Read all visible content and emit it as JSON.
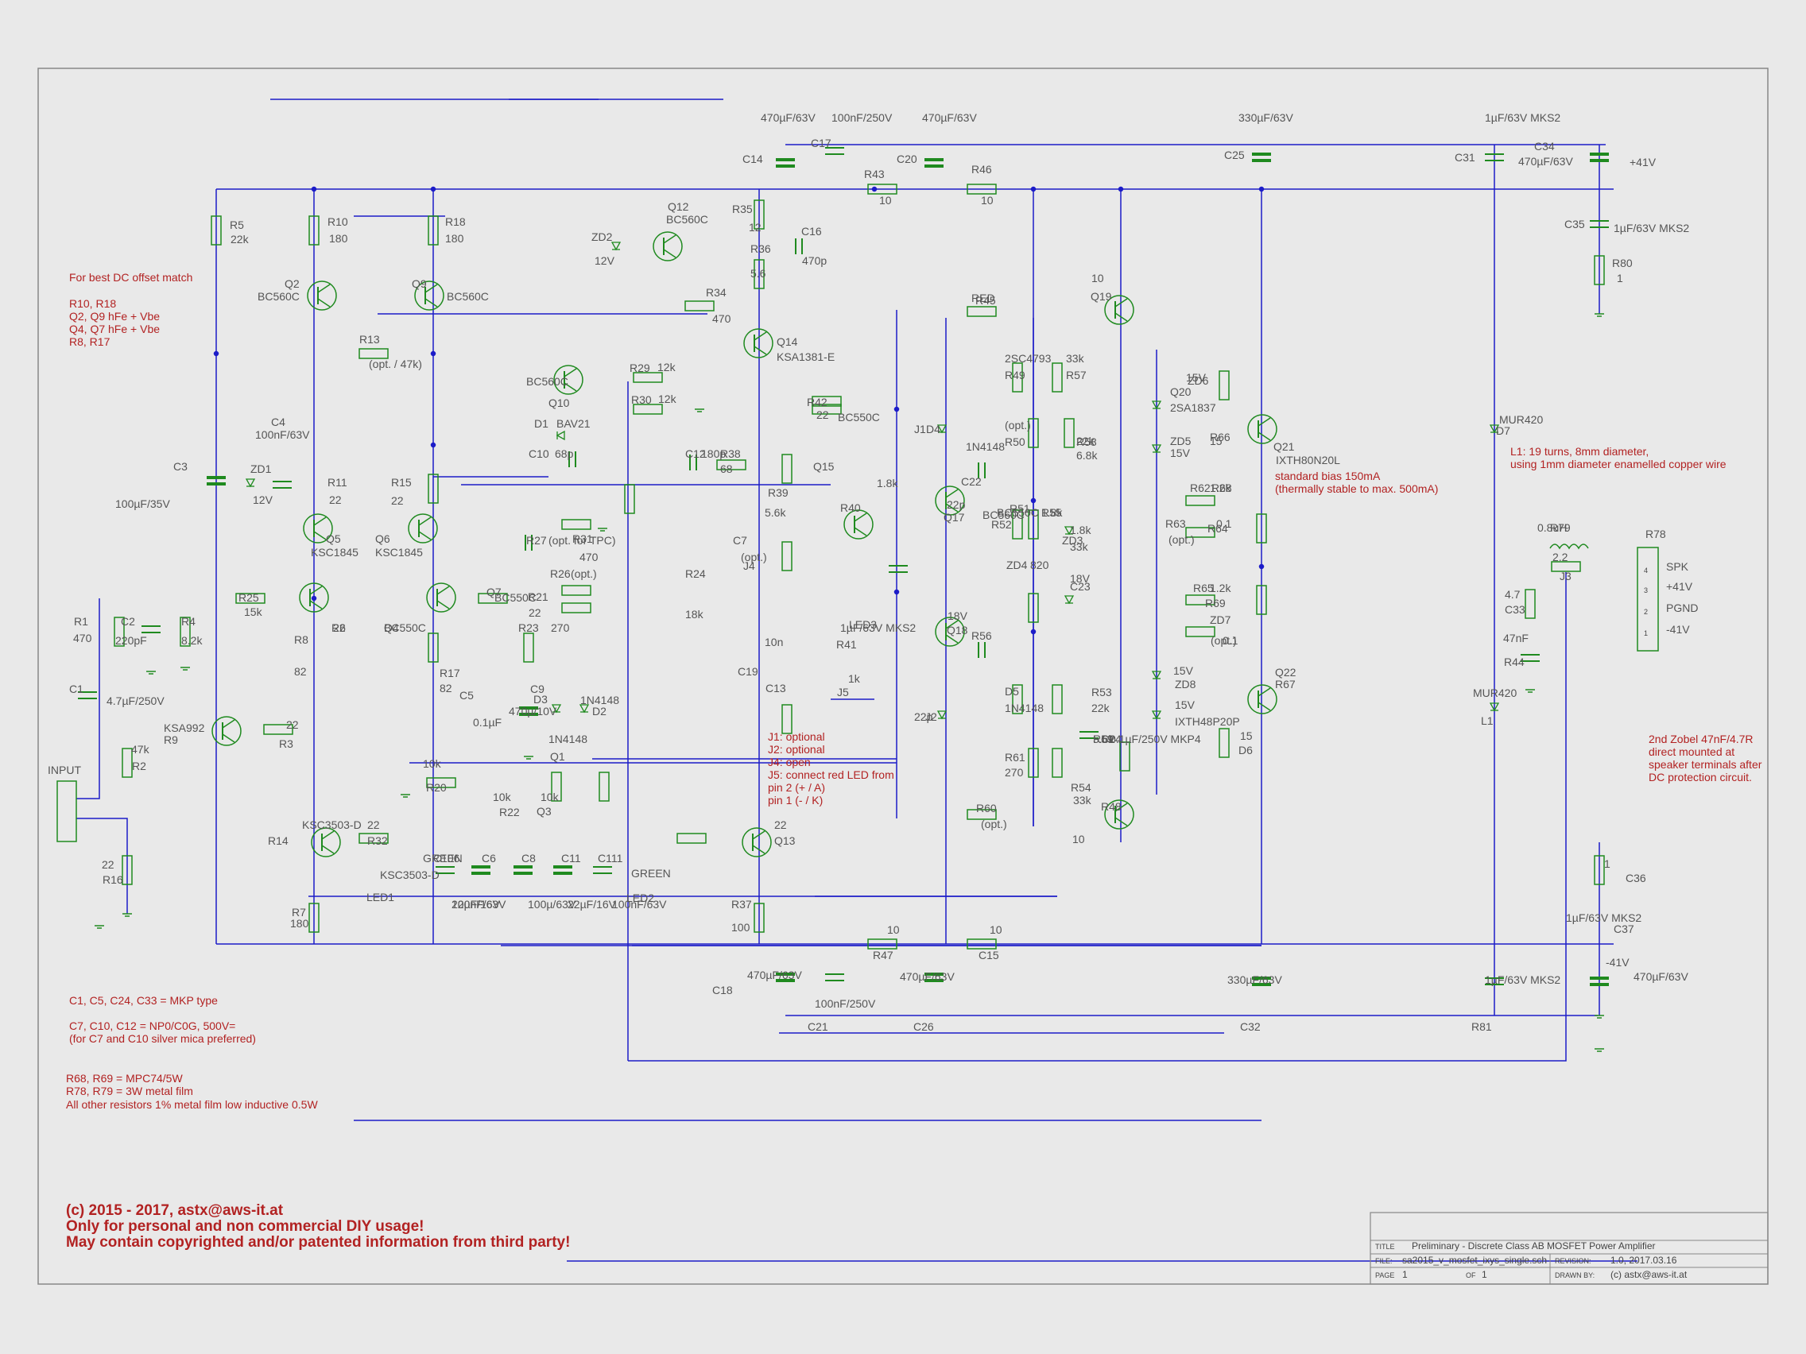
{
  "colors": {
    "wire": "#1c1cc8",
    "component": "#1f8a1f",
    "text": "#555555",
    "note": "#b22222",
    "frame": "#888888",
    "background": "#e9e9e9"
  },
  "notes": {
    "dc_offset": [
      "For best DC offset match",
      "",
      "R10, R18",
      "Q2, Q9 hFe + Vbe",
      "Q4, Q7 hFe + Vbe",
      "R8, R17"
    ],
    "caps": [
      "C1, C5, C24, C33 = MKP type",
      "",
      "C7, C10, C12 = NP0/C0G, 500V=",
      "(for C7 and C10 silver mica preferred)"
    ],
    "resistors": [
      "R68, R69 = MPC74/5W",
      "R78, R79 = 3W metal film",
      "All other resistors 1% metal film low inductive 0.5W"
    ],
    "jumpers": [
      "J1: optional",
      "J2: optional",
      "J4: open",
      "J5: connect red LED from",
      "      pin 2 (+ / A)",
      "      pin 1 (- / K)"
    ],
    "bias": [
      "standard bias 150mA",
      "(thermally stable to max. 500mA)"
    ],
    "inductor": [
      "L1: 19 turns, 8mm diameter,",
      "using 1mm diameter enamelled copper wire"
    ],
    "zobel": [
      "2nd Zobel 47nF/4.7R",
      "direct mounted at",
      "speaker terminals after",
      "DC protection circuit."
    ],
    "copyright": [
      "(c) 2015 - 2017, astx@aws-it.at",
      "Only for personal and non commercial DIY usage!",
      "May contain copyrighted and/or patented information from third party!"
    ]
  },
  "title_block": {
    "title_key": "TITLE",
    "title": "Preliminary - Discrete Class AB MOSFET Power Amplifier",
    "file_key": "FILE:",
    "file": "sa2015_v_mosfet_ixys_single.sch",
    "revision_key": "REVISION:",
    "revision": "1.0, 2017.03.16",
    "page_key": "PAGE",
    "page": "1",
    "of_key": "OF",
    "of": "1",
    "drawn_key": "DRAWN BY:",
    "drawn_by": "(c) astx@aws-it.at"
  },
  "connectors": {
    "input": "INPUT",
    "j3": [
      "SPK",
      "+41V",
      "PGND",
      "-41V"
    ],
    "pins": [
      "4",
      "3",
      "2",
      "1"
    ],
    "vcc": "+41V",
    "vee": "-41V"
  },
  "labels": [
    "470µF/63V",
    "100nF/250V",
    "470µF/63V",
    "330µF/63V",
    "1µF/63V MKS2",
    "C14",
    "C17",
    "C20",
    "C25",
    "C31",
    "C34",
    "470µF/63V",
    "+41V",
    "R43",
    "10",
    "R46",
    "10",
    "C35",
    "1µF/63V MKS2",
    "R80",
    "1",
    "R5",
    "22k",
    "R10",
    "180",
    "R18",
    "180",
    "Q2",
    "BC560C",
    "Q9",
    "BC560C",
    "R13",
    "(opt. / 47k)",
    "Q12",
    "BC560C",
    "ZD2",
    "12V",
    "R35",
    "12",
    "R36",
    "5.6",
    "C16",
    "470p",
    "R34",
    "470",
    "Q14",
    "KSA1381-E",
    "BC560C",
    "Q10",
    "R29",
    "12k",
    "R30",
    "12k",
    "C4",
    "100nF/63V",
    "C3",
    "100µF/35V",
    "ZD1",
    "12V",
    "R11",
    "22",
    "R15",
    "22",
    "Q5",
    "KSC1845",
    "Q6",
    "KSC1845",
    "D1",
    "BAV21",
    "C10",
    "68p",
    "C12",
    "180p",
    "R38",
    "68",
    "R27",
    "(opt. for TPC)",
    "R31",
    "470",
    "C7",
    "(opt.)",
    "R26",
    "(opt.)",
    "R24",
    "18k",
    "R25",
    "15k",
    "R6",
    "22",
    "Q4",
    "BC550C",
    "Q7",
    "BC550C",
    "R21",
    "22",
    "R23",
    "270",
    "R1",
    "470",
    "C2",
    "220pF",
    "R4",
    "8.2k",
    "C1",
    "4.7µF/250V",
    "R8",
    "82",
    "R17",
    "82",
    "C5",
    "0.1µF",
    "470µ/10V",
    "C9",
    "D3",
    "1N4148",
    "D2",
    "1N4148",
    "Q1",
    "KSA992",
    "R9",
    "22",
    "R3",
    "47k",
    "R2",
    "22",
    "R16",
    "10k",
    "R20",
    "10k",
    "R22",
    "10k",
    "Q3",
    "KSC3503-D",
    "R14",
    "22",
    "R32",
    "22",
    "Q13",
    "KSC3503-D",
    "LED1",
    "GREEN",
    "LED2",
    "GREEN",
    "C106",
    "C6",
    "C8",
    "C11",
    "C111",
    "100nF/63V",
    "22µF/16V",
    "100µ/63V",
    "22µF/16V",
    "100nF/63V",
    "R7",
    "180",
    "R37",
    "100",
    "R42",
    "22",
    "R39",
    "5.6k",
    "Q15",
    "BC550C",
    "R40",
    "1.8k",
    "J4",
    "C19",
    "10n",
    "C13",
    "1µF/63V MKS2",
    "R41",
    "1k",
    "J5",
    "LED3",
    "RED",
    "R45",
    "10",
    "Q19",
    "2SC4793",
    "R49",
    "33k",
    "R57",
    "(opt.)",
    "R50",
    "22k",
    "R58",
    "6.8k",
    "J1",
    "D4",
    "1N4148",
    "C22",
    "22p",
    "Q17",
    "BC550C",
    "R51",
    "1.8k",
    "R55",
    "1.8k",
    "ZD3",
    "18V",
    "Q18",
    "BC560C",
    "R52",
    "33k",
    "R56",
    "820",
    "ZD4",
    "18V",
    "C23",
    "22p",
    "J2",
    "D5",
    "1N4148",
    "R53",
    "22k",
    "R59",
    "5.6k",
    "C24",
    "0.1µF/250V MKP4",
    "R61",
    "270",
    "R54",
    "33k",
    "R60",
    "(opt.)",
    "R48",
    "10",
    "Q20",
    "2SA1837",
    "ZD5",
    "15V",
    "ZD6",
    "15V",
    "R66",
    "15",
    "Q21",
    "IXTH80N20L",
    "R62",
    "1.2k",
    "R63",
    "(opt.)",
    "R68",
    "0.1",
    "R64",
    "(opt.)",
    "R65",
    "1.2k",
    "R69",
    "0.1",
    "ZD7",
    "15V",
    "ZD8",
    "15V",
    "IXTH48P20P",
    "Q22",
    "R67",
    "15",
    "D6",
    "MUR420",
    "D7",
    "MUR420",
    "L1",
    "0.8uH",
    "R79",
    "2.2",
    "J3",
    "R78",
    "4.7",
    "C33",
    "47nF",
    "R44",
    "10",
    "R47",
    "10",
    "C15",
    "470µF/63V",
    "C18",
    "100nF/250V",
    "C21",
    "470µF/63V",
    "C26",
    "330µF/63V",
    "C32",
    "1µF/63V MKS2",
    "R81",
    "1",
    "C36",
    "1µF/63V MKS2",
    "C37",
    "-41V",
    "470µF/63V"
  ]
}
